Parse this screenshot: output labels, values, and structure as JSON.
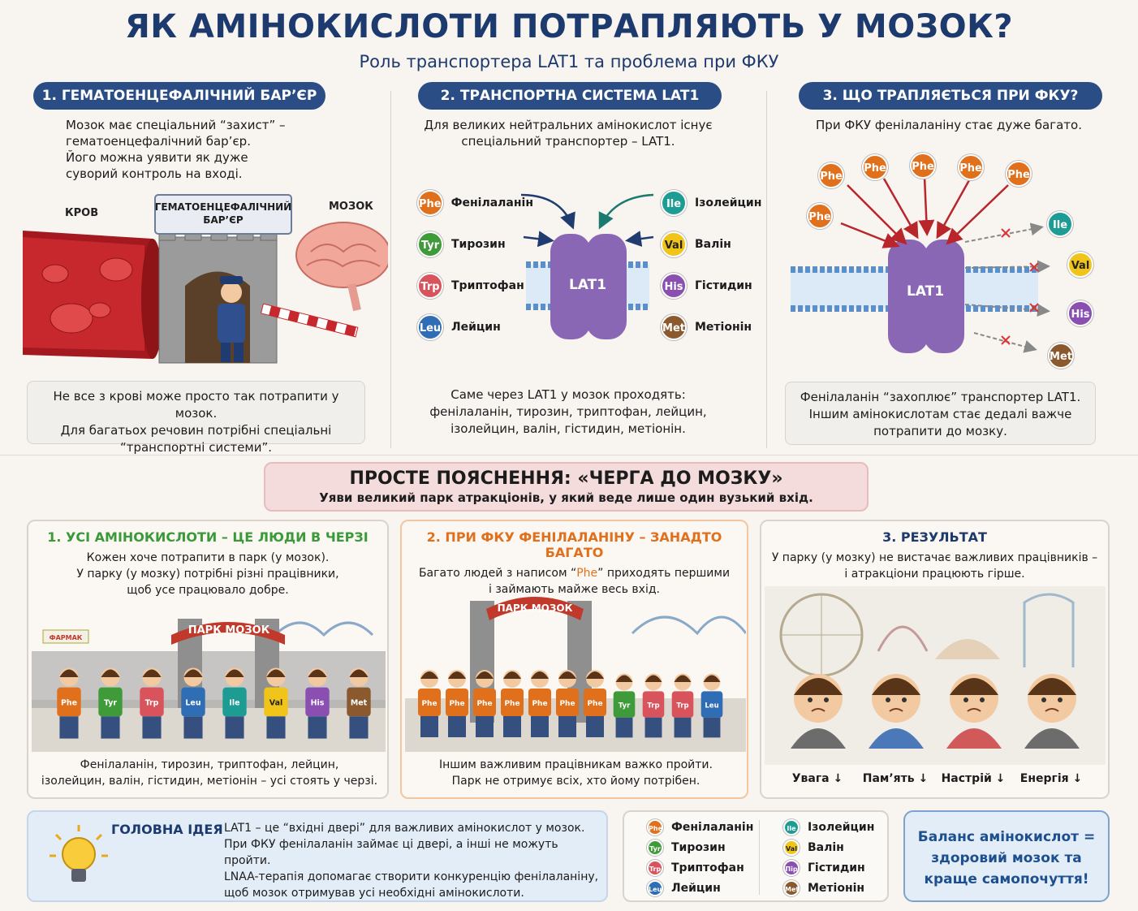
{
  "header": {
    "title": "ЯК АМІНОКИСЛОТИ ПОТРАПЛЯЮТЬ У МОЗОК?",
    "subtitle": "Роль транспортера LAT1 та проблема при ФКУ"
  },
  "section1": {
    "heading": "1. ГЕМАТОЕНЦЕФАЛІЧНИЙ БАР’ЄР",
    "intro": [
      "Мозок має спеціальний “захист” –",
      "гематоенцефалічний бар’єр.",
      "Його можна уявити як дуже",
      "суворий контроль на вході."
    ],
    "blood_label": "КРОВ",
    "barrier_sign": [
      "ГЕМАТОЕНЦЕФАЛІЧНИЙ",
      "БАР’ЄР"
    ],
    "brain_label": "МОЗОК",
    "note": [
      "Не все з крові може просто так потрапити у мозок.",
      "Для багатьох речовин потрібні спеціальні",
      "“транспортні системи”."
    ]
  },
  "section2": {
    "heading": "2. ТРАНСПОРТНА СИСТЕМА LAT1",
    "intro": [
      "Для великих нейтральних амінокислот існує",
      "спеціальний транспортер – LAT1."
    ],
    "transporter": "LAT1",
    "left_aa": [
      {
        "code": "Phe",
        "name": "Фенілаланін",
        "color": "#e0701c"
      },
      {
        "code": "Tyr",
        "name": "Тирозин",
        "color": "#3f9a3a"
      },
      {
        "code": "Trp",
        "name": "Триптофан",
        "color": "#d9535c"
      },
      {
        "code": "Leu",
        "name": "Лейцин",
        "color": "#2f6db5"
      }
    ],
    "right_aa": [
      {
        "code": "Ile",
        "name": "Ізолейцин",
        "color": "#1d9c94"
      },
      {
        "code": "Val",
        "name": "Валін",
        "color": "#f0c419"
      },
      {
        "code": "His",
        "name": "Гістидин",
        "color": "#8a4fb0"
      },
      {
        "code": "Met",
        "name": "Метіонін",
        "color": "#8a5a2e"
      }
    ],
    "note": [
      "Саме через LAT1 у мозок проходять:",
      "фенілаланін, тирозин, триптофан, лейцин,",
      "ізолейцин, валін, гістидин, метіонін."
    ]
  },
  "section3": {
    "heading": "3. ЩО ТРАПЛЯЄТЬСЯ ПРИ ФКУ?",
    "intro": "При ФКУ фенілаланіну стає дуже багато.",
    "transporter": "LAT1",
    "phe_label": "Phe",
    "blocked": [
      {
        "code": "Ile",
        "color": "#1d9c94"
      },
      {
        "code": "Val",
        "color": "#f0c419"
      },
      {
        "code": "His",
        "color": "#8a4fb0"
      },
      {
        "code": "Met",
        "color": "#8a5a2e"
      }
    ],
    "note": [
      "Фенілаланін “захоплює” транспортер LAT1.",
      "Іншим амінокислотам стає дедалі важче",
      "потрапити до мозку."
    ]
  },
  "simple": {
    "title": "ПРОСТЕ ПОЯСНЕННЯ: «ЧЕРГА ДО МОЗКУ»",
    "subtitle": "Уяви великий парк атракціонів, у який веде лише один вузький вхід."
  },
  "panel1": {
    "heading": "1. УСІ АМІНОКИСЛОТИ – ЦЕ ЛЮДИ В ЧЕРЗІ",
    "text": [
      "Кожен хоче потрапити в парк (у мозок).",
      "У парку (у мозку) потрібні різні працівники,",
      "щоб усе працювало добре."
    ],
    "gate_sign": "ПАРК МОЗОК",
    "small_sign": "ФАРМАК",
    "people": [
      "Phe",
      "Tyr",
      "Trp",
      "Leu",
      "Ile",
      "Val",
      "His",
      "Met"
    ],
    "caption": [
      "Фенілаланін, тирозин, триптофан, лейцин,",
      "ізолейцин, валін, гістидин, метіонін – усі стоять у черзі."
    ]
  },
  "panel2": {
    "heading": "2. ПРИ ФКУ ФЕНІЛАЛАНІНУ – ЗАНАДТО БАГАТО",
    "text_before": "Багато людей з написом “",
    "text_phe": "Phe",
    "text_after": "” приходять першими",
    "text2": "і займають майже весь вхід.",
    "gate_sign": "ПАРК МОЗОК",
    "caption": [
      "Іншим важливим працівникам важко пройти.",
      "Парк не отримує всіх, хто йому потрібен."
    ]
  },
  "panel3": {
    "heading": "3. РЕЗУЛЬТАТ",
    "text": [
      "У парку (у мозку) не вистачає важливих працівників –",
      "і атракціони працюють гірше."
    ],
    "labels": [
      "Увага ↓",
      "Пам’ять ↓",
      "Настрій ↓",
      "Енергія ↓"
    ]
  },
  "idea": {
    "heading": "ГОЛОВНА ІДЕЯ",
    "text": [
      "LAT1 – це “вхідні двері” для важливих амінокислот у мозок.",
      "При ФКУ фенілаланін займає ці двері, а інші не можуть пройти.",
      "LNAA-терапія допомагає створити конкуренцію фенілаланіну,",
      "щоб мозок отримував усі необхідні амінокислоти."
    ]
  },
  "legend": {
    "left": [
      {
        "code": "Phe",
        "name": "Фенілаланін",
        "color": "#e0701c"
      },
      {
        "code": "Tyr",
        "name": "Тирозин",
        "color": "#3f9a3a"
      },
      {
        "code": "Trp",
        "name": "Триптофан",
        "color": "#d9535c"
      },
      {
        "code": "Leu",
        "name": "Лейцин",
        "color": "#2f6db5"
      }
    ],
    "right": [
      {
        "code": "Ile",
        "name": "Ізолейцин",
        "color": "#1d9c94"
      },
      {
        "code": "Val",
        "name": "Валін",
        "color": "#f0c419"
      },
      {
        "code": "Піp",
        "name": "Гістидин",
        "color": "#8a4fb0"
      },
      {
        "code": "Met",
        "name": "Метіонін",
        "color": "#8a5a2e"
      }
    ]
  },
  "balance": [
    "Баланс амінокислот =",
    "здоровий мозок та",
    "краще самопочуття!"
  ]
}
